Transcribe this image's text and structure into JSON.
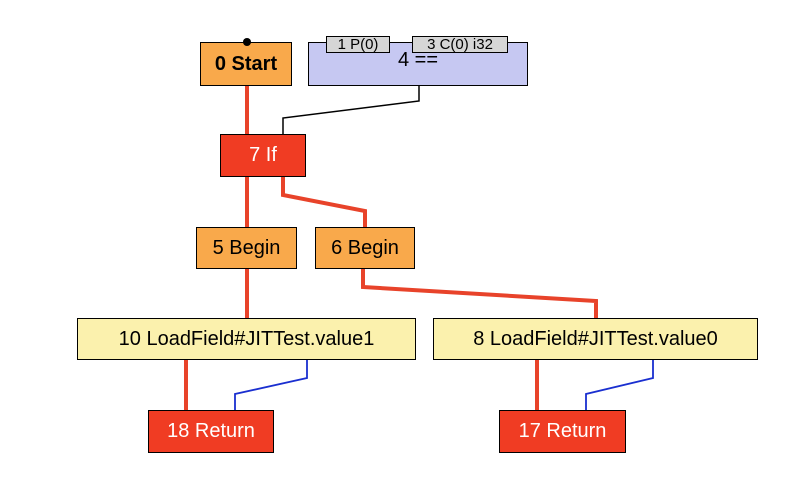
{
  "colors": {
    "control_node": "#f03c23",
    "start_node": "#f9a94b",
    "begin_node": "#f9a94b",
    "load_node": "#fbf1ad",
    "compare_node": "#c6c8f2",
    "port_fill": "#d6d6d6",
    "control_edge": "#e8432a",
    "data_edge_black": "#000000",
    "data_edge_blue": "#1a2fd0"
  },
  "nodes": {
    "start": {
      "label": "0 Start"
    },
    "compare": {
      "label": "4 =="
    },
    "compare_inputs": [
      "1 P(0)",
      "3 C(0) i32"
    ],
    "if_node": {
      "label": "7 If"
    },
    "begin_true": {
      "label": "5 Begin"
    },
    "begin_false": {
      "label": "6 Begin"
    },
    "load_value1": {
      "label": "10 LoadField#JITTest.value1"
    },
    "load_value0": {
      "label": "8 LoadField#JITTest.value0"
    },
    "return_left": {
      "label": "18 Return"
    },
    "return_right": {
      "label": "17 Return"
    }
  }
}
